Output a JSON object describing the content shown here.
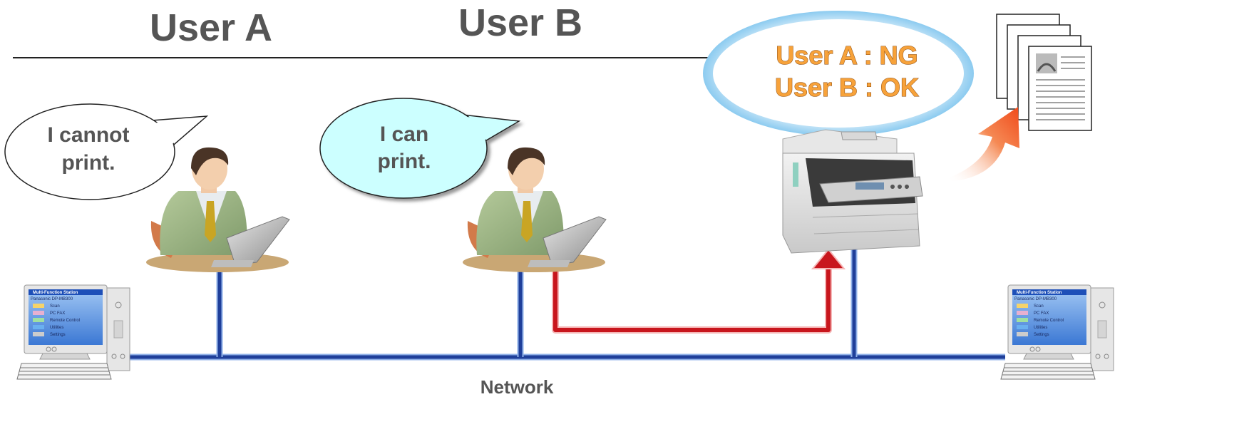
{
  "header": {
    "user_a": "User A",
    "user_b": "User B"
  },
  "bubbles": {
    "user_a_line1": "I cannot",
    "user_a_line2": "print.",
    "user_b_line1": "I can",
    "user_b_line2": "print."
  },
  "printer_status": {
    "line1": "User A : NG",
    "line2": "User B : OK"
  },
  "network_label": "Network",
  "screen_window": {
    "title": "Multi-Function Station",
    "model": "Panasonic DP-MB300",
    "items": [
      "Scan",
      "PC FAX",
      "Remote Control",
      "Utilities",
      "Settings"
    ]
  },
  "colors": {
    "network_blue": "#1f3f9a",
    "print_path_red": "#c8161d",
    "status_orange": "#f7a23a",
    "bubble_cyan": "#ccffff",
    "output_arrow": "#f05a28"
  }
}
